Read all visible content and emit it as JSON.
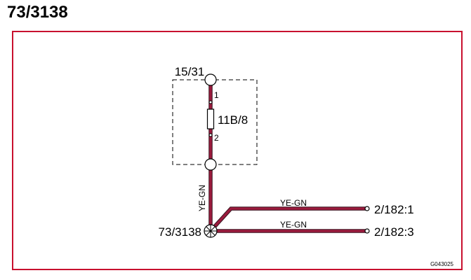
{
  "title": "73/3138",
  "diagram": {
    "top_connector": "15/31",
    "component": "11B/8",
    "pin_1": "1",
    "pin_2": "2",
    "vertical_wire_color": "YE-GN",
    "splice_label": "73/3138",
    "wire_upper_color": "YE-GN",
    "wire_lower_color": "YE-GN",
    "terminal_upper": "2/182:1",
    "terminal_lower": "2/182:3",
    "figure_code": "G043025"
  },
  "colors": {
    "frame": "#c8102e",
    "wire": "#9b1b3d",
    "wire_edge": "#3a1520",
    "outline": "#000000"
  }
}
